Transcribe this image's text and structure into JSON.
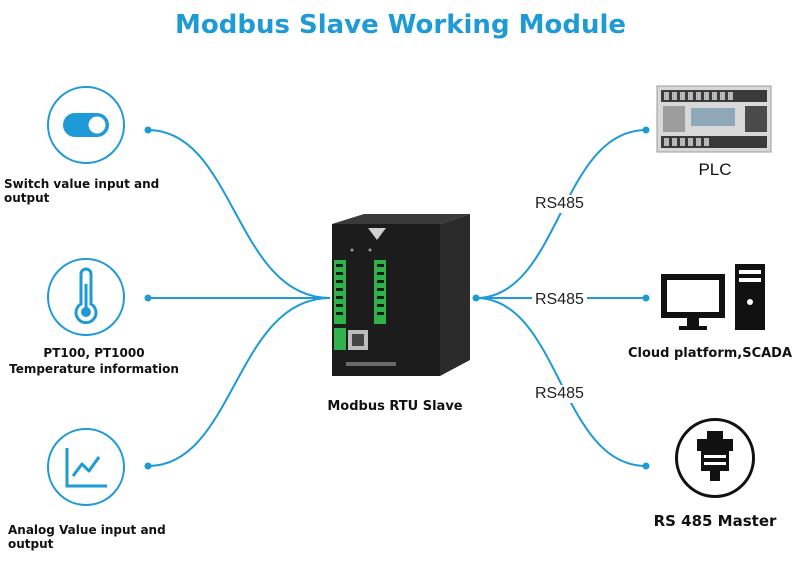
{
  "title": "Modbus Slave Working Module",
  "inputs": [
    {
      "label": "Switch value input and output",
      "icon": "toggle-switch-icon"
    },
    {
      "label_line1": "PT100, PT1000",
      "label_line2": "Temperature information",
      "icon": "thermometer-icon"
    },
    {
      "label": "Analog Value input and output",
      "icon": "line-chart-icon"
    }
  ],
  "center": {
    "label": "Modbus RTU Slave",
    "device": "io-module-device"
  },
  "links": [
    "RS485",
    "RS485",
    "RS485"
  ],
  "outputs": [
    {
      "label": "PLC",
      "icon": "plc-icon"
    },
    {
      "label": "Cloud platform,SCADA",
      "icon": "computer-icon"
    },
    {
      "label": "RS 485 Master",
      "icon": "serial-connector-icon"
    }
  ],
  "colors": {
    "accent": "#1e9ad6",
    "device": "#1c1c1c",
    "terminal": "#2fb34a"
  }
}
